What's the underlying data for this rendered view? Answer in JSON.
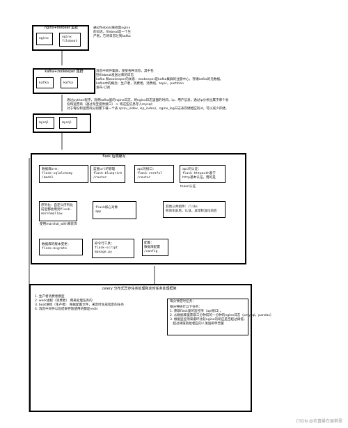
{
  "groups": {
    "nginx_filebeat": {
      "title": "nginx+filebeat 集群",
      "nodes": [
        "nginx",
        "nginx\nfilebeat"
      ],
      "note": "通过filebeat来收集nginx\n的日志，filebeat是一个生\n产者，它将日志吐到kafka"
    },
    "kafka_zookeeper": {
      "title": "kafka+zookeeper 集群",
      "nodes": [
        "kafka",
        "kafka"
      ],
      "note": "消息中间件集群，接受各种消息，其中包\n括filebeat发送过来的日志\nkafka 和zookeeper的关系：zookeeper是kafka集群的注册中心，存储kafka的元数据。\nkafka中的概念：生产者，消费者，消费组，topic，partition\n发布-订阅"
    },
    "mysql": {
      "nodes": [
        "mysql",
        "mysql"
      ],
      "note": "通过python程序，消费kafka里的nginx日志，将nginx日志里面的时间，ip，用户信息，通过ip分析出属于哪个省\n份和运营商（通过淘宝提供接口）-> 将这些信息存入mysql：\n对于每份和运营商分别都下载一个表 (prov_index, isp_index)，nginx_log日志表存储相应的id，可以减少存储。"
    }
  },
  "flask": {
    "title": "flask 后端编写",
    "orm": "数据库orm:\nflask-sqlalchemy\n/model",
    "blueprint": "蓝图url的管理\nflask-blueprint\n/router",
    "restful": "api的接口：\nflask-restful\n/router",
    "auth": "api的认证：\nflask-httpauth基于\nhttp基本认证，用的是",
    "auth_note": "token认证",
    "serialize": "序列化：自定义序列化\n前后都会用到flask-\nmarshmallow",
    "serialize_note": "使用marshal_with来装饰",
    "core": "flask核心对象\napp",
    "libs": "其他公共组件：/libs\n校验化前后，认证，异常标准化前后",
    "migrate": "数据库的版本变更：\nflask-migrate",
    "script": "命令行工具：\nflask-script\nmanage.py",
    "config": "配置：\n数据库配置\n/config"
  },
  "celery": {
    "title": "celery 分布式异步任务处理和定时任务处理框架",
    "left": "1. 生产者消费者模型\n2. work进程（消费者） 用来处理任务的\n3. beat进程（生产者） 根据配置文件，来定时生成指定的任务\n4. 消息中间件以及结果存放使用的都是redis",
    "right_title": "每分钟定时任务：",
    "right": "每分钟执行以下任务：\n1. 获取flask里的监控项（api接口）。\n2. 从数据库里获取三分钟前的一分钟的nginx日志（pmysql，pandas）\n3. 根据监控项来循环比较nginx的响应是否超过阈值，\n   超过阈值就给相应的人发送邮件告警"
  },
  "watermark": "CSDN @欢喜躲在眉梢里"
}
